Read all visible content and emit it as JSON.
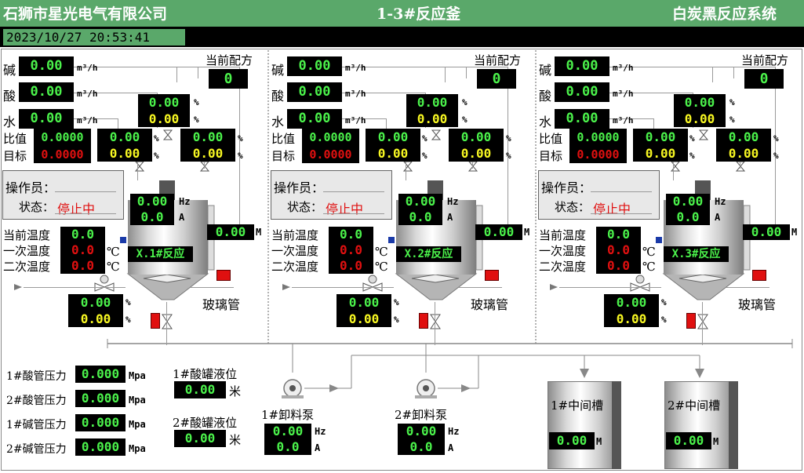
{
  "header": {
    "company": "石狮市星光电气有限公司",
    "title": "1-3#反应釜",
    "system": "白炭黑反应系统",
    "datetime": "2023/10/27  20:53:41"
  },
  "reactors": [
    {
      "recipe_label": "当前配方",
      "recipe": "0",
      "base_label": "碱",
      "acid_label": "酸",
      "water_label": "水",
      "flow_unit": "m³/h",
      "base_flow": "0.00",
      "acid_flow": "0.00",
      "water_flow": "0.00",
      "ratio_label": "比值",
      "target_label": "目标",
      "ratio": "0.0000",
      "target": "0.0000",
      "v1_green": "0.00",
      "v1_yellow": "0.00",
      "v2_green": "0.00",
      "v2_yellow": "0.00",
      "v3_green": "0.00",
      "v3_yellow": "0.00",
      "pct": "%",
      "operator_label": "操作员：",
      "status_label": "状态：",
      "status": "停止中",
      "hz": "0.00",
      "amp": "0.0",
      "hz_unit": "Hz",
      "amp_unit": "A",
      "level": "0.00",
      "level_unit": "M",
      "tag": "X.1#反应",
      "cur_temp_label": "当前温度",
      "t1_label": "一次温度",
      "t2_label": "二次温度",
      "cur_temp": "0.0",
      "t1": "0.0",
      "t2": "0.0",
      "temp_unit": "℃",
      "bot_green": "0.00",
      "bot_yellow": "0.00",
      "glass_label": "玻璃管"
    },
    {
      "recipe_label": "当前配方",
      "recipe": "0",
      "base_label": "碱",
      "acid_label": "酸",
      "water_label": "水",
      "flow_unit": "m³/h",
      "base_flow": "0.00",
      "acid_flow": "0.00",
      "water_flow": "0.00",
      "ratio_label": "比值",
      "target_label": "目标",
      "ratio": "0.0000",
      "target": "0.0000",
      "v1_green": "0.00",
      "v1_yellow": "0.00",
      "v2_green": "0.00",
      "v2_yellow": "0.00",
      "v3_green": "0.00",
      "v3_yellow": "0.00",
      "pct": "%",
      "operator_label": "操作员：",
      "status_label": "状态：",
      "status": "停止中",
      "hz": "0.00",
      "amp": "0.0",
      "hz_unit": "Hz",
      "amp_unit": "A",
      "level": "0.00",
      "level_unit": "M",
      "tag": "X.2#反应",
      "cur_temp_label": "当前温度",
      "t1_label": "一次温度",
      "t2_label": "二次温度",
      "cur_temp": "0.0",
      "t1": "0.0",
      "t2": "0.0",
      "temp_unit": "℃",
      "bot_green": "0.00",
      "bot_yellow": "0.00",
      "glass_label": "玻璃管"
    },
    {
      "recipe_label": "当前配方",
      "recipe": "0",
      "base_label": "碱",
      "acid_label": "酸",
      "water_label": "水",
      "flow_unit": "m³/h",
      "base_flow": "0.00",
      "acid_flow": "0.00",
      "water_flow": "0.00",
      "ratio_label": "比值",
      "target_label": "目标",
      "ratio": "0.0000",
      "target": "0.0000",
      "v1_green": "0.00",
      "v1_yellow": "0.00",
      "v2_green": "0.00",
      "v2_yellow": "0.00",
      "v3_green": "0.00",
      "v3_yellow": "0.00",
      "pct": "%",
      "operator_label": "操作员：",
      "status_label": "状态：",
      "status": "停止中",
      "hz": "0.00",
      "amp": "0.0",
      "hz_unit": "Hz",
      "amp_unit": "A",
      "level": "0.00",
      "level_unit": "M",
      "tag": "X.3#反应",
      "cur_temp_label": "当前温度",
      "t1_label": "一次温度",
      "t2_label": "二次温度",
      "cur_temp": "0.0",
      "t1": "0.0",
      "t2": "0.0",
      "temp_unit": "℃",
      "bot_green": "0.00",
      "bot_yellow": "0.00",
      "glass_label": "玻璃管"
    }
  ],
  "pressures": [
    {
      "label": "1#酸管压力",
      "value": "0.000",
      "unit": "Mpa"
    },
    {
      "label": "2#酸管压力",
      "value": "0.000",
      "unit": "Mpa"
    },
    {
      "label": "1#碱管压力",
      "value": "0.000",
      "unit": "Mpa"
    },
    {
      "label": "2#碱管压力",
      "value": "0.000",
      "unit": "Mpa"
    }
  ],
  "acid_tanks": [
    {
      "label": "1#酸罐液位",
      "value": "0.00",
      "unit": "米"
    },
    {
      "label": "2#酸罐液位",
      "value": "0.00",
      "unit": "米"
    }
  ],
  "pumps": [
    {
      "label": "1#卸料泵",
      "hz": "0.00",
      "amp": "0.0",
      "hz_unit": "Hz",
      "amp_unit": "A"
    },
    {
      "label": "2#卸料泵",
      "hz": "0.00",
      "amp": "0.0",
      "hz_unit": "Hz",
      "amp_unit": "A"
    }
  ],
  "mid_tanks": [
    {
      "label": "1#中间槽",
      "value": "0.00",
      "unit": "M"
    },
    {
      "label": "2#中间槽",
      "value": "0.00",
      "unit": "M"
    }
  ],
  "colors": {
    "header": "#5aa86a",
    "value_green": "#4bf24b",
    "value_yellow": "#f7f722",
    "value_red": "#e01010",
    "alarm_red": "#e01010"
  }
}
